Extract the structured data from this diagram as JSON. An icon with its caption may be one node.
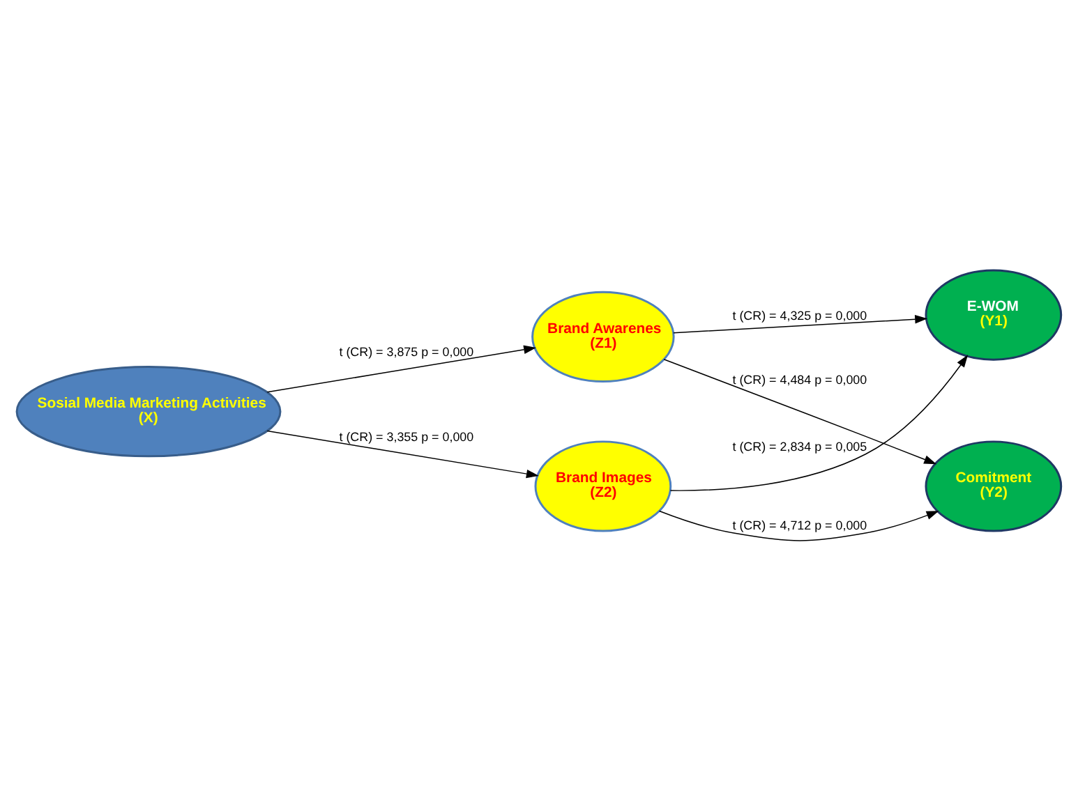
{
  "diagram": {
    "nodes": [
      {
        "text": [
          "Sosial Media Marketing Activities",
          "(X)"
        ]
      },
      {
        "text": [
          "Brand Awarenes",
          "(Z1)"
        ]
      },
      {
        "text": [
          "Brand Images",
          "(Z2)"
        ]
      },
      {
        "text": [
          "E-WOM",
          "(Y1)"
        ]
      },
      {
        "text": [
          "Comitment",
          "(Y2)"
        ]
      }
    ],
    "edges": [
      {
        "from": 0,
        "to": 1,
        "arrow": "to",
        "label": "t (CR) = 3,875 p = 0,000"
      },
      {
        "from": 0,
        "to": 2,
        "arrow": "to",
        "label": "t (CR) = 3,355 p = 0,000"
      },
      {
        "from": 1,
        "to": 3,
        "arrow": "to",
        "label": "t (CR) = 4,325 p = 0,000"
      },
      {
        "from": 1,
        "to": 4,
        "arrow": "to",
        "label": "t (CR) = 4,484 p = 0,000"
      },
      {
        "from": 2,
        "to": 3,
        "arrow": "to",
        "label": "t (CR) = 2,834 p = 0,005"
      },
      {
        "from": 2,
        "to": 4,
        "arrow": "to",
        "label": "t (CR) = 4,712 p = 0,000"
      }
    ]
  }
}
